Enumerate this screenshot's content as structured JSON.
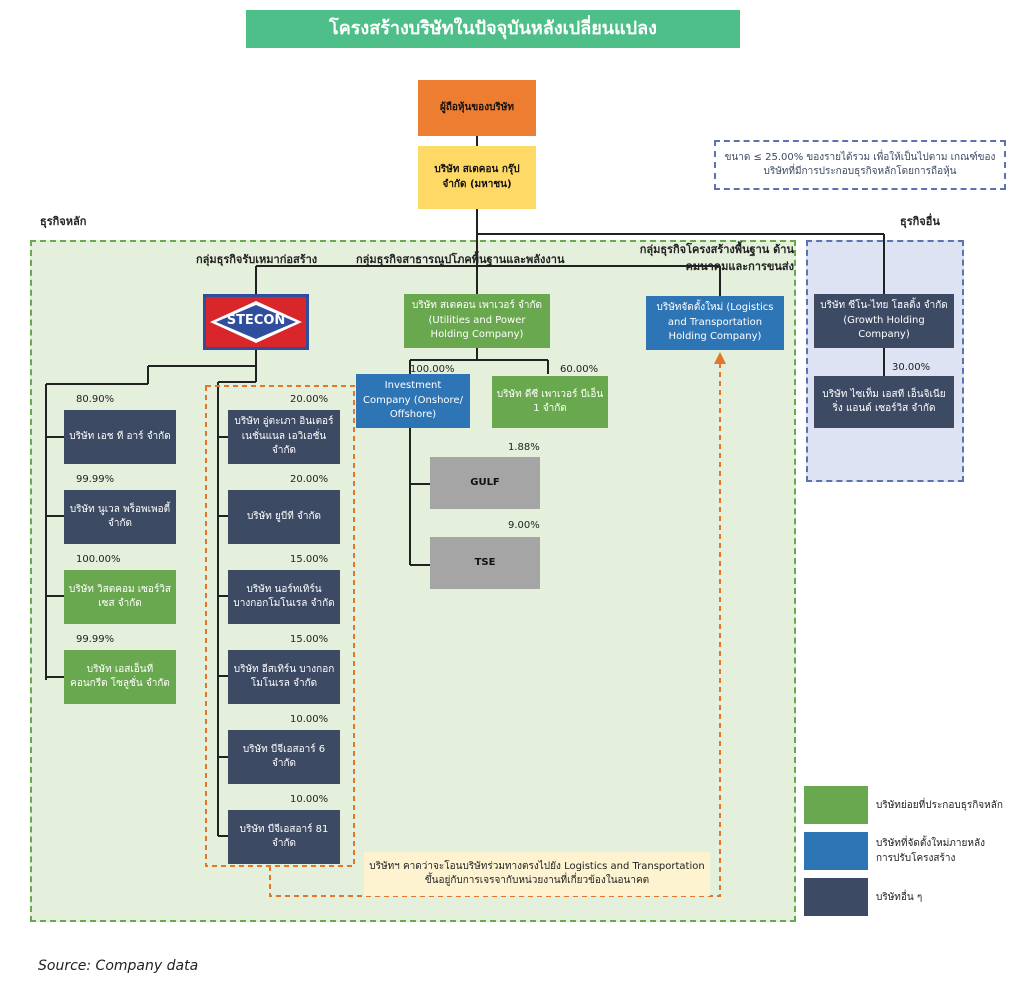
{
  "title": "โครงสร้างบริษัทในปัจจุบันหลังเปลี่ยนแปลง",
  "nodes": {
    "shareholders": "ผู้ถือหุ้นของบริษัท",
    "parent": "บริษัท สเตคอน กรุ๊ป จำกัด (มหาชน)",
    "note_box": "ขนาด ≤ 25.00% ของรายได้รวม เพื่อให้เป็นไปตาม เกณฑ์ของบริษัทที่มีการประกอบธุรกิจหลักโดยการถือหุ้น",
    "main_business": "ธุรกิจหลัก",
    "other_business": "ธุรกิจอื่น",
    "group_construction": "กลุ่มธุรกิจรับเหมาก่อสร้าง",
    "group_utilities": "กลุ่มธุรกิจสาธารณูปโภคพื้นฐานและพลังงาน",
    "group_logistics": "กลุ่มธุรกิจโครงสร้างพื้นฐาน ด้านคมนาคมและการขนส่ง",
    "stecon_logo": "STECON",
    "power_holding": "บริษัท สเตคอน เพาเวอร์ จำกัด (Utilities and Power Holding Company)",
    "logistics_holding": "บริษัทจัดตั้งใหม่ (Logistics and Transportation Holding Company)",
    "growth_holding": "บริษัท ซีโน-ไทย โฮลดิ้ง จำกัด (Growth Holding Company)",
    "investment": "Investment Company (Onshore/ Offshore)",
    "ds_power": "บริษัท ดีซี เพาเวอร์ บีเอ็น 1 จำกัด",
    "gulf": "GULF",
    "tse": "TSE",
    "system_eng": "บริษัท ไซเท็ม เอสที เอ็นจิเนียริ่ง แอนด์ เซอร์วิส จำกัด",
    "htr": "บริษัท เอช ที อาร์ จำกัด",
    "novel": "บริษัท นูเวล พร็อพเพอตี้ จำกัด",
    "vistacon": "บริษัท วิสตคอม เซอร์วิสเซส จำกัด",
    "snc": "บริษัท เอสเอ็นที คอนกรีต โซลูชั่น จำกัด",
    "assoc_1": "บริษัท อู่ตะเภา อินเตอร์เนชั่นแนล เอวิเอชั่น จำกัด",
    "assoc_2": "บริษัท ยูบีที จำกัด",
    "assoc_3": "บริษัท นอร์ทเทิร์น บางกอกโมโนเรล จำกัด",
    "assoc_4": "บริษัท อีสเทิร์น บางกอกโมโนเรล จำกัด",
    "assoc_5": "บริษัท บีจีเอสอาร์ 6 จำกัด",
    "assoc_6": "บริษัท บีจีเอสอาร์ 81 จำกัด",
    "transfer_note": "บริษัทฯ คาดว่าจะโอนบริษัทร่วมทางตรงไปยัง Logistics and Transportation ขึ้นอยู่กับการเจรจากับหน่วยงานที่เกี่ยวข้องในอนาคต"
  },
  "percents": {
    "htr": "80.90%",
    "novel": "99.99%",
    "vistacon": "100.00%",
    "snc": "99.99%",
    "assoc_1": "20.00%",
    "assoc_2": "20.00%",
    "assoc_3": "15.00%",
    "assoc_4": "15.00%",
    "assoc_5": "10.00%",
    "assoc_6": "10.00%",
    "investment": "100.00%",
    "ds_power": "60.00%",
    "gulf": "1.88%",
    "tse": "9.00%",
    "system_eng": "30.00%"
  },
  "legend": [
    {
      "label": "บริษัทย่อยที่ประกอบธุรกิจหลัก",
      "color": "#6aa84f"
    },
    {
      "label": "บริษัทที่จัดตั้งใหม่ภายหลัง การปรับโครงสร้าง",
      "color": "#2e75b6"
    },
    {
      "label": "บริษัทอื่น ๆ",
      "color": "#3d4a63"
    }
  ],
  "source": "Source: Company data"
}
